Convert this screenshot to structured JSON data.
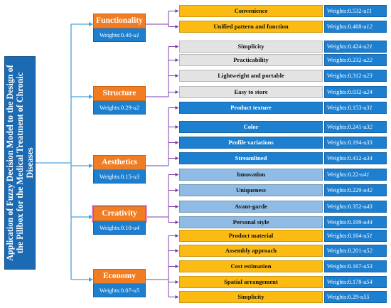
{
  "root": {
    "title": "Application of Fuzzy Decision Model to the Design of the Pillbox for the Medical Treatment of Chronic Diseases"
  },
  "colors": {
    "root": "#1a6ab4",
    "criterion": "#f07d23",
    "weight": "#1d7fcf",
    "connector": "#4aa3d8",
    "sub_arrow": "#7a3fa8",
    "yellow": "#fbbb12",
    "gray": "#e3e3e3",
    "blue": "#1d7fcf",
    "light_blue": "#8fbbe4"
  },
  "criteria": [
    {
      "name": "Functionality",
      "weight_prefix": "Weights:0.40-",
      "weight_code": "u1",
      "subs": [
        {
          "label": "Convenience",
          "weight_prefix": "Weights:0.532-",
          "weight_code": "u11",
          "color": "yellow"
        },
        {
          "label": "Unified pattern and function",
          "weight_prefix": "Weights:0.468-",
          "weight_code": "u12",
          "color": "yellow"
        }
      ]
    },
    {
      "name": "Structure",
      "weight_prefix": "Weights:0.29-",
      "weight_code": "u2",
      "subs": [
        {
          "label": "Simplicity",
          "weight_prefix": "Weights:0.424-",
          "weight_code": "u21",
          "color": "gray"
        },
        {
          "label": "Practicability",
          "weight_prefix": "Weights:0.232-",
          "weight_code": "u22",
          "color": "gray"
        },
        {
          "label": "Lightweight  and portable",
          "weight_prefix": "Weights:0.312-",
          "weight_code": "u23",
          "color": "gray"
        },
        {
          "label": "Easy to store",
          "weight_prefix": "Weights:0.032-",
          "weight_code": "u24",
          "color": "gray"
        }
      ]
    },
    {
      "name": "Aesthetics",
      "weight_prefix": "Weights:0.15-",
      "weight_code": "u3",
      "subs": [
        {
          "label": "Product texture",
          "weight_prefix": "Weights:0.153-",
          "weight_code": "u31",
          "color": "blue"
        },
        {
          "label": "Color",
          "weight_prefix": "Weights:0.241-",
          "weight_code": "u32",
          "color": "blue"
        },
        {
          "label": "Profile variations",
          "weight_prefix": "Weights:0.194-",
          "weight_code": "u33",
          "color": "blue"
        },
        {
          "label": "Streamlined",
          "weight_prefix": "Weights:0.412-",
          "weight_code": "u34",
          "color": "blue"
        }
      ]
    },
    {
      "name": "Creativity",
      "weight_prefix": "Weights:0.10-",
      "weight_code": "u4",
      "subs": [
        {
          "label": "Innovation",
          "weight_prefix": "Weights:0.22-",
          "weight_code": "u41",
          "color": "light_blue"
        },
        {
          "label": "Uniqueness",
          "weight_prefix": "Weights:0.229-",
          "weight_code": "u42",
          "color": "light_blue"
        },
        {
          "label": "Avant-garde",
          "weight_prefix": "Weights:0.352-",
          "weight_code": "u43",
          "color": "light_blue"
        },
        {
          "label": "Personal style",
          "weight_prefix": "Weights:0.199-",
          "weight_code": "u44",
          "color": "light_blue"
        }
      ]
    },
    {
      "name": "Economy",
      "weight_prefix": "Weights:0.07-",
      "weight_code": "u5",
      "subs": [
        {
          "label": "Product material",
          "weight_prefix": "Weights:0.164-",
          "weight_code": "u51",
          "color": "yellow"
        },
        {
          "label": "Assembly approach",
          "weight_prefix": "Weights:0.201-",
          "weight_code": "u52",
          "color": "yellow"
        },
        {
          "label": "Cost estimation",
          "weight_prefix": "Weights:0.167-",
          "weight_code": "u53",
          "color": "yellow"
        },
        {
          "label": "Spatial arrangement",
          "weight_prefix": "Weights:0.178-",
          "weight_code": "u54",
          "color": "yellow"
        },
        {
          "label": "Simplicity",
          "weight_prefix": "Weights:0.29-",
          "weight_code": "u55",
          "color": "yellow"
        }
      ]
    }
  ]
}
